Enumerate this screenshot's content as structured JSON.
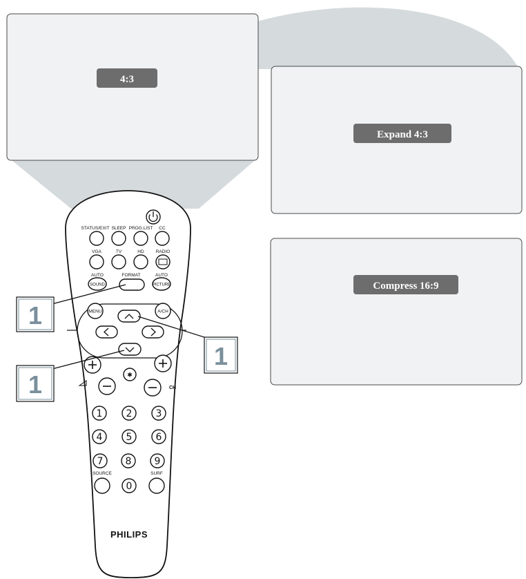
{
  "screens": [
    {
      "label": "4:3"
    },
    {
      "label": "Expand 4:3"
    },
    {
      "label": "Compress 16:9"
    }
  ],
  "callouts": [
    "1",
    "1",
    "1"
  ],
  "remote": {
    "brand": "PHILIPS",
    "labels": {
      "status_exit": "STATUS/EXIT",
      "sleep": "SLEEP",
      "prog_list": "PROG.LIST",
      "cc": "CC",
      "vga": "VGA",
      "tv": "TV",
      "hd": "HD",
      "radio": "RADIO",
      "auto_sound_top": "AUTO",
      "sound": "SOUND",
      "format": "FORMAT",
      "auto_picture_top": "AUTO",
      "picture": "PICTURE",
      "menu": "MENU",
      "a_ch": "A/CH",
      "ch": "CH",
      "source": "SOURCE",
      "surf": "SURF"
    },
    "digits": [
      "1",
      "2",
      "3",
      "4",
      "5",
      "6",
      "7",
      "8",
      "9",
      "0"
    ]
  },
  "colors": {
    "screen_fill": "#f0f2f4",
    "beam_fill": "#d5dadd",
    "badge_fill": "#6d6d6d",
    "callout_fill": "#7a8f9c"
  }
}
